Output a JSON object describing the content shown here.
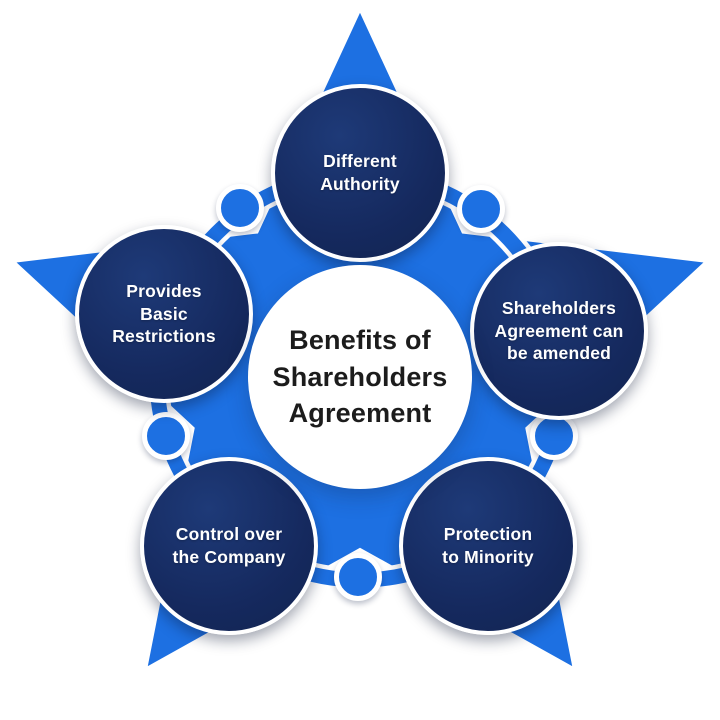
{
  "diagram": {
    "type": "star-cycle-infographic",
    "center": {
      "label": "Benefits of\nShareholders\nAgreement"
    },
    "nodes": [
      {
        "id": "different-authority",
        "position": "top",
        "label": "Different\nAuthority"
      },
      {
        "id": "shareholders-agreement-can-be-amended",
        "position": "upper-right",
        "label": "Shareholders\nAgreement can\nbe amended"
      },
      {
        "id": "protection-to-minority",
        "position": "lower-right",
        "label": "Protection\nto Minority"
      },
      {
        "id": "control-over-the-company",
        "position": "lower-left",
        "label": "Control over\nthe Company"
      },
      {
        "id": "provides-basic-restrictions",
        "position": "upper-left",
        "label": "Provides\nBasic\nRestrictions"
      }
    ],
    "connector_dots": 5,
    "colors": {
      "star_blue": "#1d70e2",
      "ring_blue": "#1d70e2",
      "node_navy": "#15295e",
      "node_border": "#ffffff",
      "background": "#ffffff",
      "node_text": "#ffffff",
      "center_text": "#1c1c1c"
    }
  }
}
